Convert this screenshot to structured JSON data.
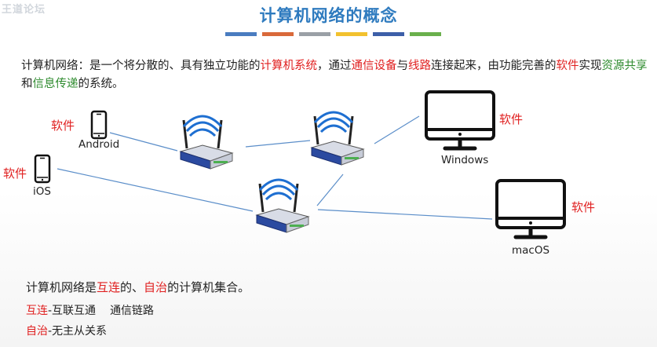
{
  "watermark": "王道论坛",
  "title": "计算机网络的概念",
  "title_bar_colors": [
    "#4a7cc0",
    "#d9693a",
    "#9aa0a6",
    "#f2c12e",
    "#3d5fa8",
    "#6ab04c"
  ],
  "intro": {
    "p1": "计算机网络：是一个将分散的、具有独立功能的",
    "h1": "计算机系统",
    "p2": "，通过",
    "h2": "通信设备",
    "p3": "与",
    "h3": "线路",
    "p4": "连接起来，由功能完善的",
    "h4": "软件",
    "p5": "实现",
    "h5": "资源共享",
    "p6": "和",
    "h6": "信息传递",
    "p7": "的系统。"
  },
  "devices": {
    "android": "Android",
    "ios": "iOS",
    "windows": "Windows",
    "macos": "macOS",
    "software": "软件"
  },
  "definition": {
    "a": "计算机网络是",
    "b": "互连",
    "c": "的、",
    "d": "自治",
    "e": "的计算机集合。"
  },
  "interconnect": {
    "term": "互连",
    "desc": "-互联互通",
    "extra": "通信链路"
  },
  "autonomy": {
    "term": "自治",
    "desc": "-无主从关系"
  },
  "colors": {
    "accent": "#2f7bbf",
    "highlight_red": "#e02020",
    "highlight_green": "#2e8b2e"
  }
}
